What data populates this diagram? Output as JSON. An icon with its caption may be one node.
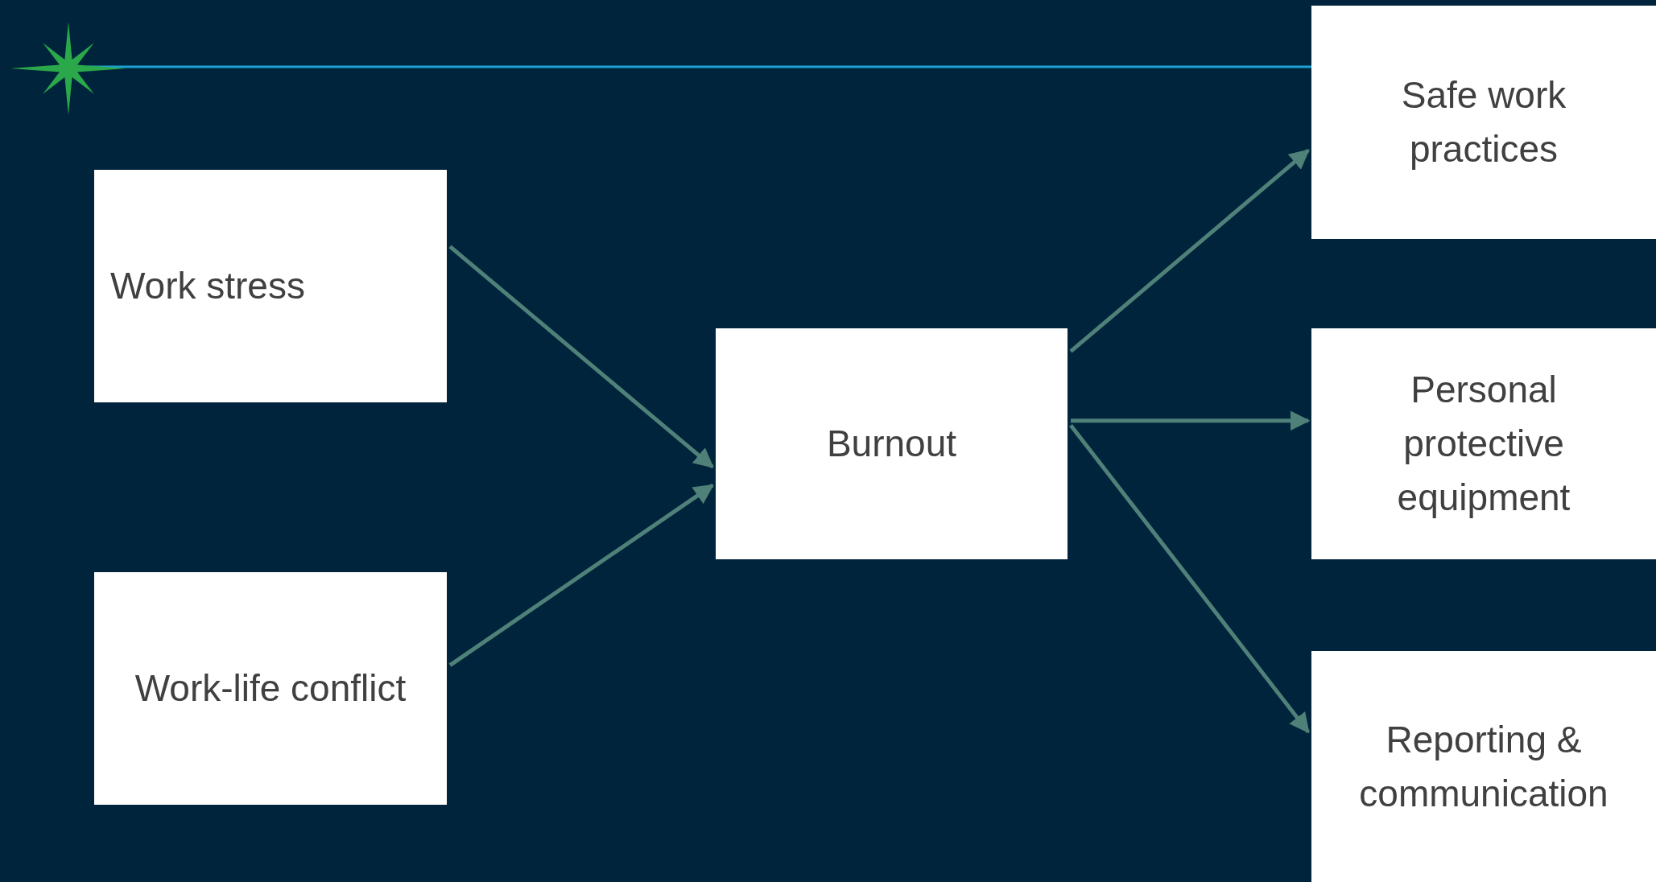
{
  "diagram": {
    "nodes": [
      {
        "text": [
          "Work stress"
        ]
      },
      {
        "text": [
          "Work-life conflict"
        ]
      },
      {
        "text": [
          "Burnout"
        ]
      },
      {
        "text": [
          "Safe work practices"
        ]
      },
      {
        "text": [
          "Personal protective equipment"
        ]
      },
      {
        "text": [
          "Reporting & communication"
        ]
      }
    ],
    "edges": [
      {
        "from": 0,
        "to": 2,
        "arrow": "to"
      },
      {
        "from": 1,
        "to": 2,
        "arrow": "to"
      },
      {
        "from": 2,
        "to": 3,
        "arrow": "to"
      },
      {
        "from": 2,
        "to": 4,
        "arrow": "to"
      },
      {
        "from": 2,
        "to": 5,
        "arrow": "to"
      }
    ]
  }
}
